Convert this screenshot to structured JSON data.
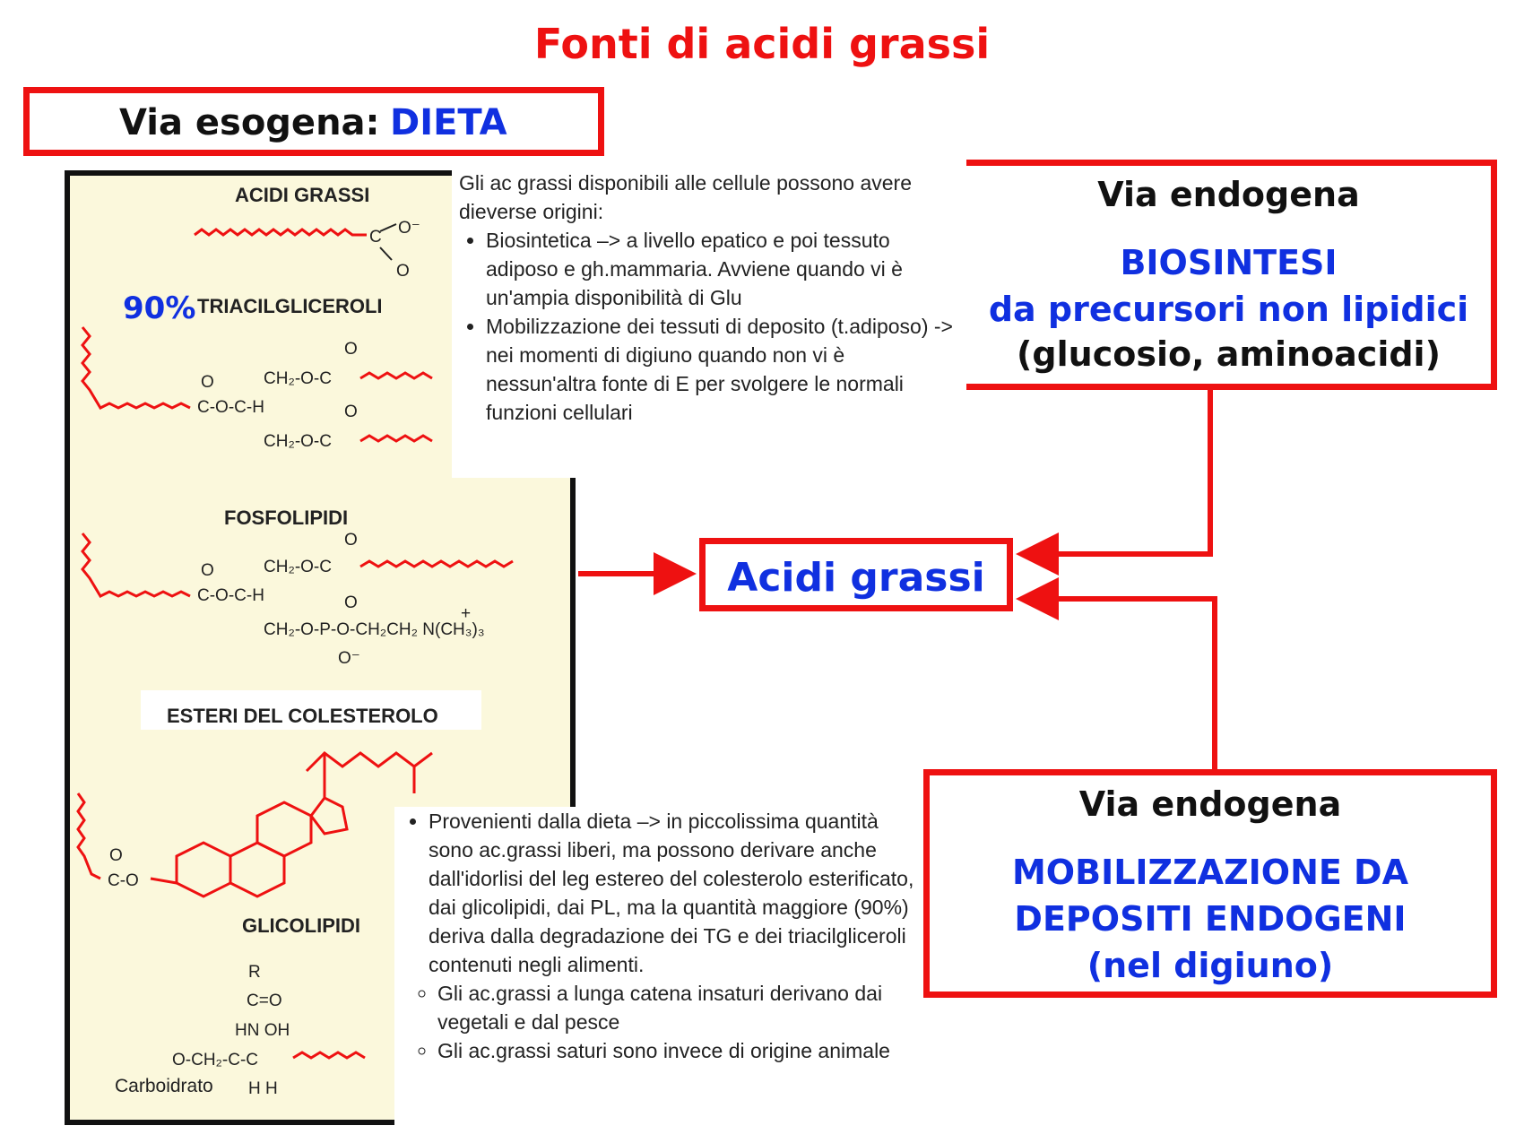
{
  "title": "Fonti di acidi grassi",
  "exogenous": {
    "label": "Via esogena:",
    "value": "DIETA"
  },
  "panel": {
    "acidi_grassi": "ACIDI GRASSI",
    "percent": "90%",
    "triacilgliceroli": "TRIACILGLICEROLI",
    "fosfolipidi": "FOSFOLIPIDI",
    "esteri": "ESTERI DEL COLESTEROLO",
    "glicolipidi": "GLICOLIPIDI",
    "carboidrato": "Carboidrato"
  },
  "note_top": {
    "intro": "Gli ac grassi disponibili alle cellule possono avere dieverse origini:",
    "bullets": [
      "Biosintetica –> a livello epatico e poi tessuto adiposo e gh.mammaria. Avviene quando vi è un'ampia disponibilità di Glu",
      "Mobilizzazione dei tessuti di deposito (t.adiposo) -> nei momenti di digiuno quando non vi è nessun'altra fonte di E per svolgere le normali funzioni cellulari"
    ]
  },
  "endo1": {
    "label": "Via endogena",
    "line1": "BIOSINTESI",
    "line2": "da precursori non lipidici",
    "line3": "(glucosio, aminoacidi)"
  },
  "center": "Acidi grassi",
  "endo2": {
    "label": "Via endogena",
    "line1": "MOBILIZZAZIONE DA",
    "line2": "DEPOSITI ENDOGENI",
    "line3": "(nel digiuno)"
  },
  "note_bottom": {
    "bullet": "Provenienti dalla dieta –> in piccolissima quantità sono ac.grassi liberi, ma possono derivare anche dall'idorlisi del leg estereo del colesterolo esterificato, dai glicolipidi, dai PL, ma la quantità maggiore (90%) deriva dalla degradazione dei TG e dei triacilgliceroli contenuti negli alimenti.",
    "sub": [
      "Gli ac.grassi a lunga catena insaturi derivano dai vegetali e dal pesce",
      "Gli ac.grassi saturi sono invece di origine animale"
    ]
  },
  "colors": {
    "accent_red": "#ee1111",
    "accent_blue": "#1030e0",
    "panel_bg": "#fbf8dc"
  }
}
